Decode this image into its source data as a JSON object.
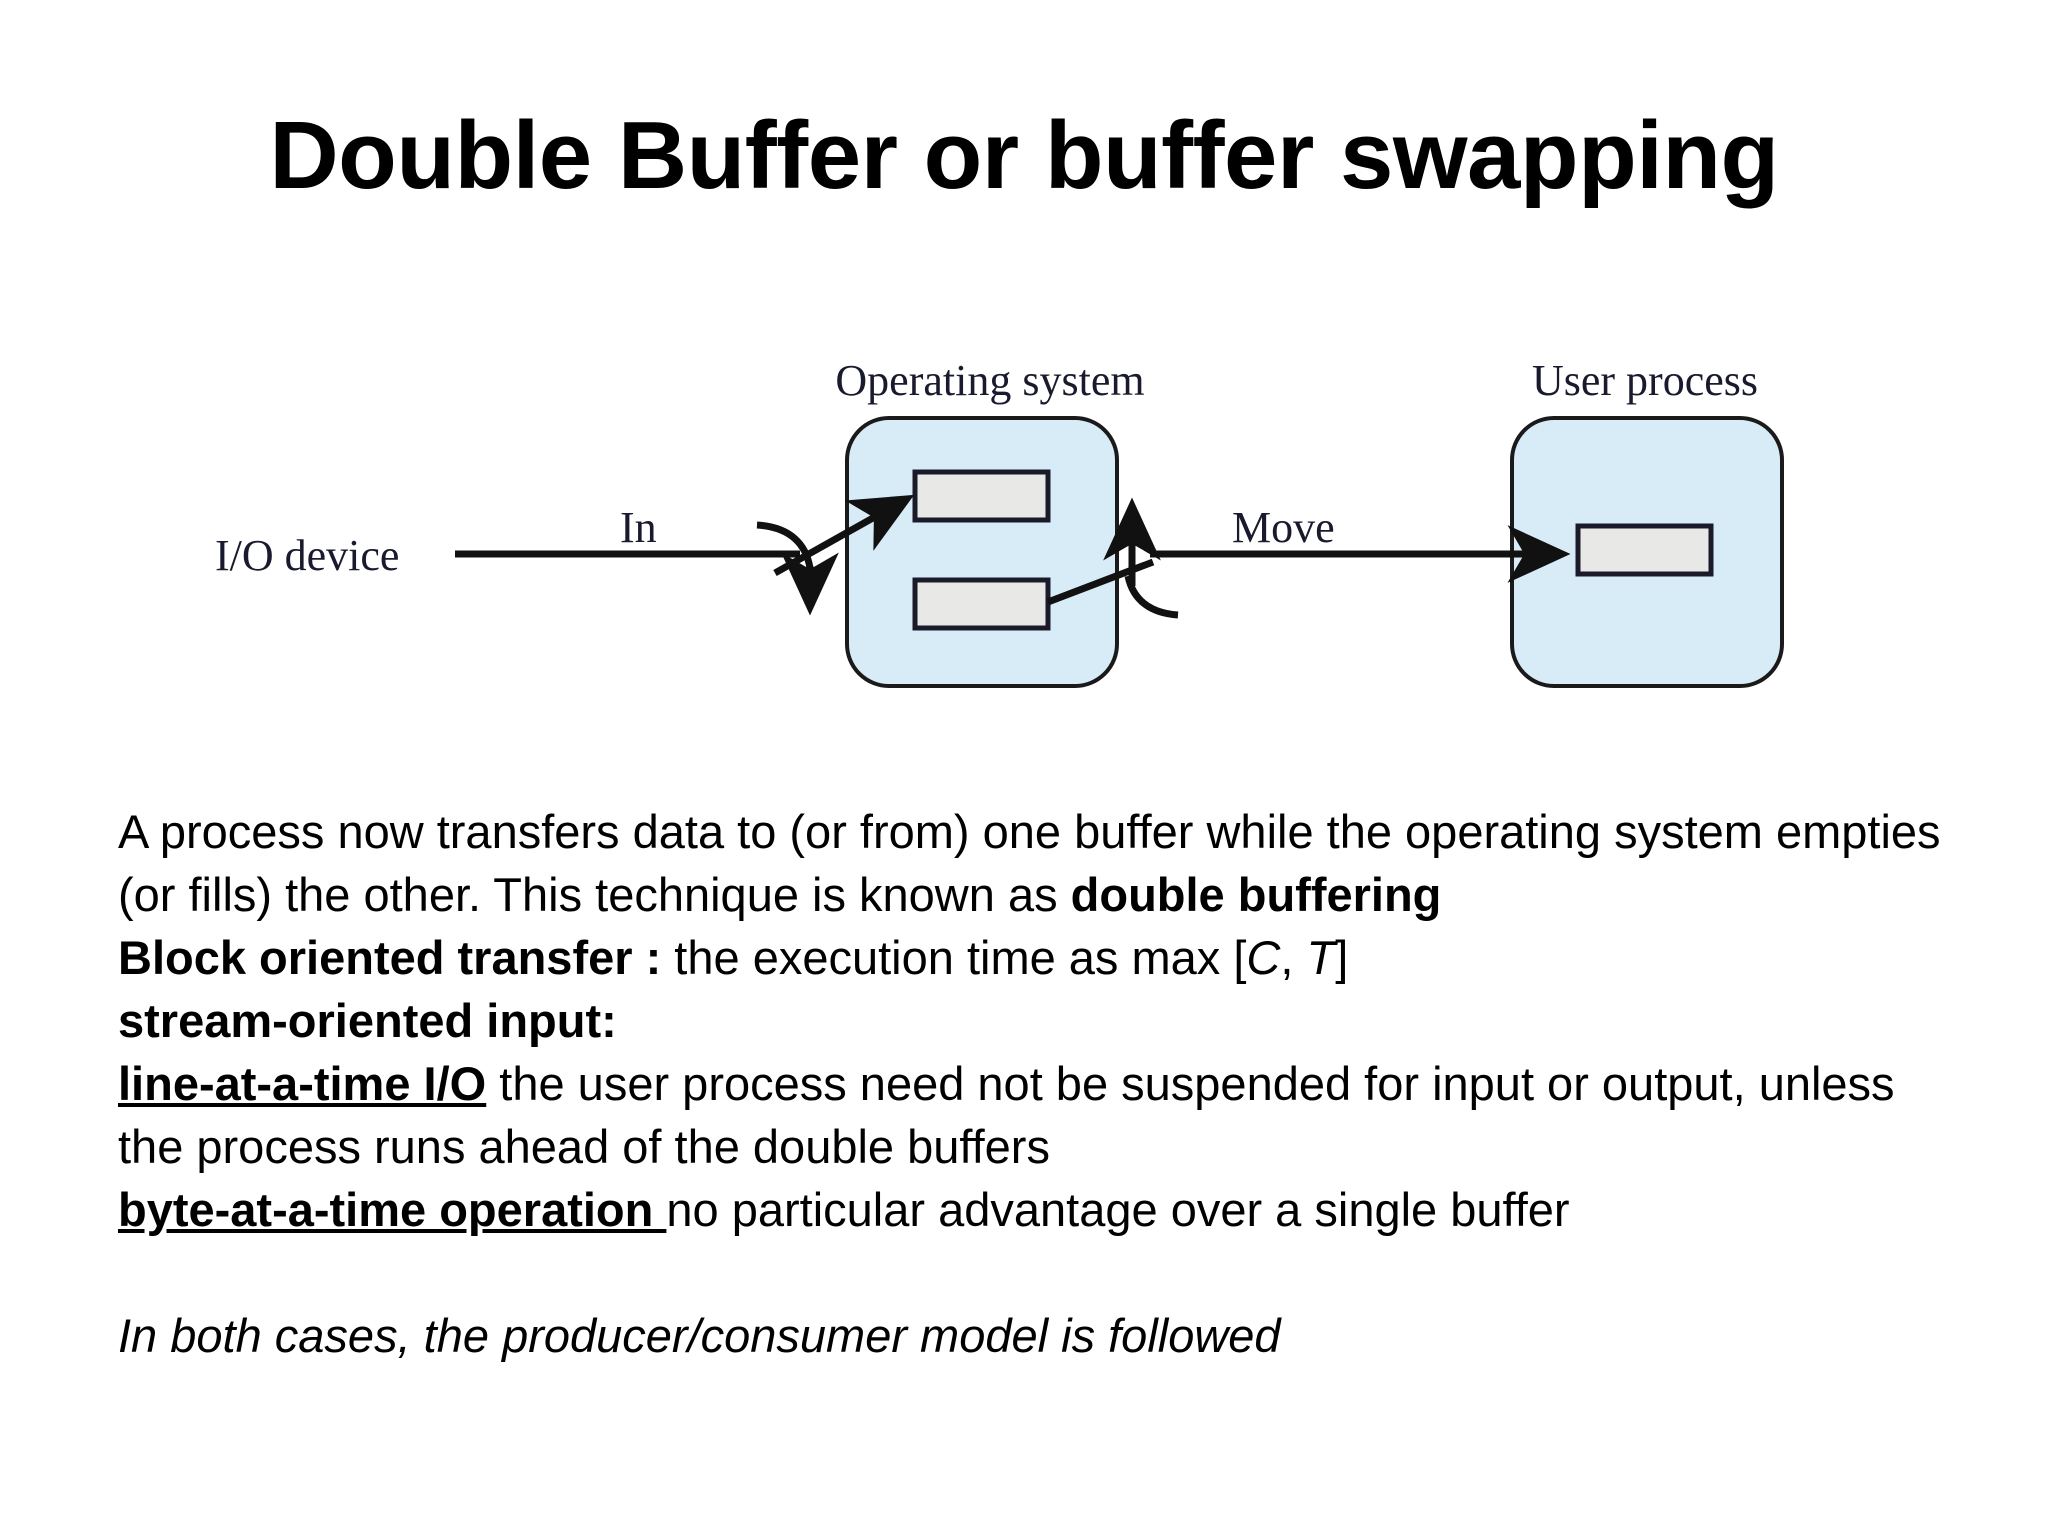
{
  "slide": {
    "title": "Double Buffer or buffer swapping",
    "background_color": "#ffffff"
  },
  "figure": {
    "name": "double-buffer-diagram",
    "colors": {
      "box_fill": "#d8ecf8",
      "box_stroke": "#1a1a1a",
      "buffer_fill": "#e8e8e6",
      "buffer_stroke": "#1a1a2a",
      "label_color": "#1a1a2e",
      "arrow_color": "#111111"
    },
    "labels": {
      "io_device": "I/O device",
      "in": "In",
      "operating_system": "Operating system",
      "move": "Move",
      "user_process": "User process"
    }
  },
  "body": {
    "paragraph1": {
      "text_a": "A process now transfers data to (or from) one buffer while the operating system empties (or fills) the other. This technique is known as ",
      "bold_a": "double buffering"
    },
    "line_block": {
      "bold_b": "Block oriented transfer : ",
      "text_b_pre": "the execution time as max [",
      "italic_c": "C",
      "text_b_mid": ", ",
      "italic_t": "T",
      "text_b_post": "]",
      "bold_c": "stream-oriented input:",
      "boldunder_d": "line-at-a-time I/O",
      "text_d": "  the user process need not be suspended for input or output, unless the process runs ahead of the double buffers",
      "boldunder_e": "byte-at-a-time operation ",
      "text_e": "no particular advantage over a single buffer"
    },
    "closing": {
      "italic_line": "In both cases, the producer/consumer model is followed"
    }
  }
}
